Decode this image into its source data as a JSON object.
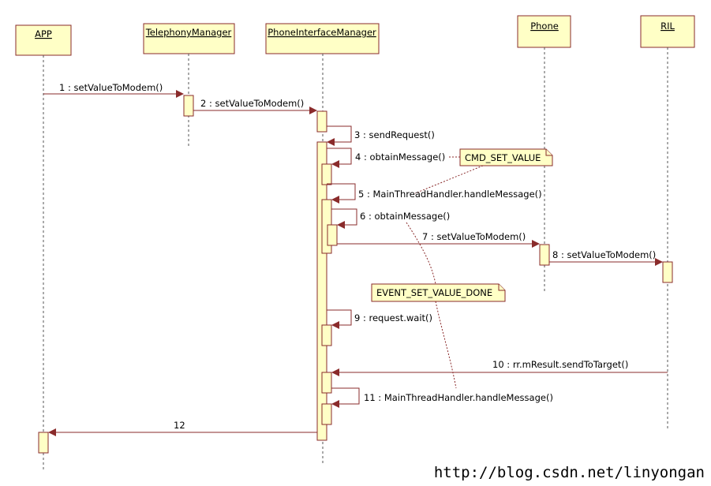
{
  "lifelines": [
    {
      "id": "app",
      "name": "APP"
    },
    {
      "id": "tm",
      "name": "TelephonyManager"
    },
    {
      "id": "pim",
      "name": "PhoneInterfaceManager"
    },
    {
      "id": "phone",
      "name": "Phone"
    },
    {
      "id": "ril",
      "name": "RIL"
    }
  ],
  "messages": [
    {
      "id": "m1",
      "label": "1 : setValueToModem()"
    },
    {
      "id": "m2",
      "label": "2 : setValueToModem()"
    },
    {
      "id": "m3",
      "label": "3 : sendRequest()"
    },
    {
      "id": "m4",
      "label": "4 : obtainMessage()"
    },
    {
      "id": "m5",
      "label": "5 : MainThreadHandler.handleMessage()"
    },
    {
      "id": "m6",
      "label": "6 : obtainMessage()"
    },
    {
      "id": "m7",
      "label": "7 : setValueToModem()"
    },
    {
      "id": "m8",
      "label": "8 : setValueToModem()"
    },
    {
      "id": "m9",
      "label": "9 : request.wait()"
    },
    {
      "id": "m10",
      "label": "10 : rr.mResult.sendToTarget()"
    },
    {
      "id": "m11",
      "label": "11 : MainThreadHandler.handleMessage()"
    },
    {
      "id": "m12",
      "label": "12"
    }
  ],
  "notes": [
    {
      "id": "n1",
      "text": "CMD_SET_VALUE"
    },
    {
      "id": "n2",
      "text": "EVENT_SET_VALUE_DONE"
    }
  ],
  "watermark": "http://blog.csdn.net/linyongan",
  "colors": {
    "accent": "#8a2b2b",
    "fill": "#ffffc6"
  }
}
